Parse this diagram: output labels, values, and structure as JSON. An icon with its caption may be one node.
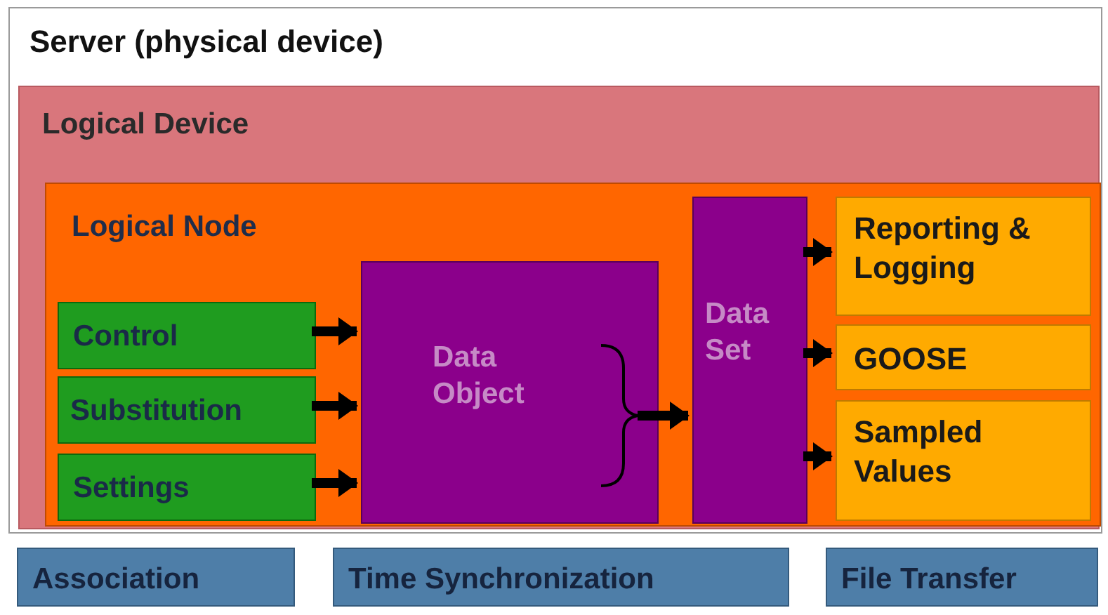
{
  "diagram": {
    "nodes": [
      {
        "text": [
          "Server (physical device)"
        ]
      },
      {
        "text": [
          "Logical Device"
        ],
        "in": 0
      },
      {
        "text": [
          "Logical Node"
        ],
        "in": 1
      },
      {
        "text": [
          "Control"
        ],
        "in": 2
      },
      {
        "text": [
          "Substitution"
        ],
        "in": 2
      },
      {
        "text": [
          "Settings"
        ],
        "in": 2
      },
      {
        "text": [
          "Data Object"
        ],
        "in": 2
      },
      {
        "text": [
          "Data Set"
        ],
        "in": 2
      },
      {
        "text": [
          "Reporting & Logging"
        ],
        "in": 2
      },
      {
        "text": [
          "GOOSE"
        ],
        "in": 2
      },
      {
        "text": [
          "Sampled Values"
        ],
        "in": 2
      },
      {
        "text": [
          "Association"
        ]
      },
      {
        "text": [
          "Time Synchronization"
        ]
      },
      {
        "text": [
          "File Transfer"
        ]
      }
    ],
    "edges": [
      {
        "from": 3,
        "to": 6,
        "arrow": "to"
      },
      {
        "from": 4,
        "to": 6,
        "arrow": "to"
      },
      {
        "from": 5,
        "to": 6,
        "arrow": "to"
      },
      {
        "from": 6,
        "to": 7,
        "arrow": "to"
      },
      {
        "from": 7,
        "to": 8,
        "arrow": "to"
      },
      {
        "from": 7,
        "to": 9,
        "arrow": "to"
      },
      {
        "from": 7,
        "to": 10,
        "arrow": "to"
      }
    ]
  }
}
